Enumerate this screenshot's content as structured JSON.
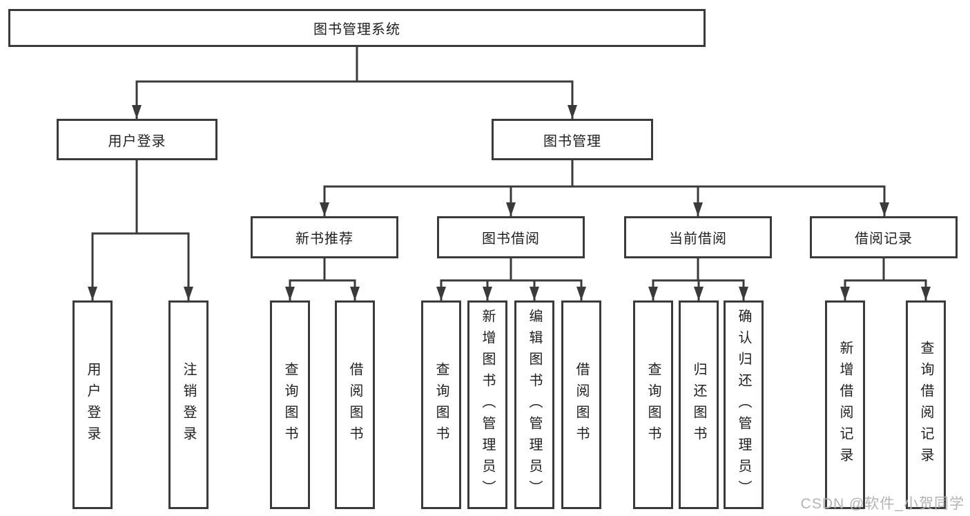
{
  "root": {
    "label": "图书管理系统"
  },
  "branches": [
    {
      "label": "用户登录",
      "leaves": [
        {
          "label": "用户登录"
        },
        {
          "label": "注销登录"
        }
      ]
    },
    {
      "label": "图书管理",
      "groups": [
        {
          "label": "新书推荐",
          "leaves": [
            {
              "label": "查询图书"
            },
            {
              "label": "借阅图书"
            }
          ]
        },
        {
          "label": "图书借阅",
          "leaves": [
            {
              "label": "查询图书"
            },
            {
              "label": "新增图书（管理员）"
            },
            {
              "label": "编辑图书（管理员）"
            },
            {
              "label": "借阅图书"
            }
          ]
        },
        {
          "label": "当前借阅",
          "leaves": [
            {
              "label": "查询图书"
            },
            {
              "label": "归还图书"
            },
            {
              "label": "确认归还（管理员）"
            }
          ]
        },
        {
          "label": "借阅记录",
          "leaves": [
            {
              "label": "新增借阅记录"
            },
            {
              "label": "查询借阅记录"
            }
          ]
        }
      ]
    }
  ],
  "watermark": "CSDN @软件_小贺同学",
  "colors": {
    "line": "#3a3a3a",
    "box_border": "#3a3a3a",
    "text": "#1f1f1f",
    "background": "#ffffff",
    "watermark": "#b3b3b3"
  }
}
